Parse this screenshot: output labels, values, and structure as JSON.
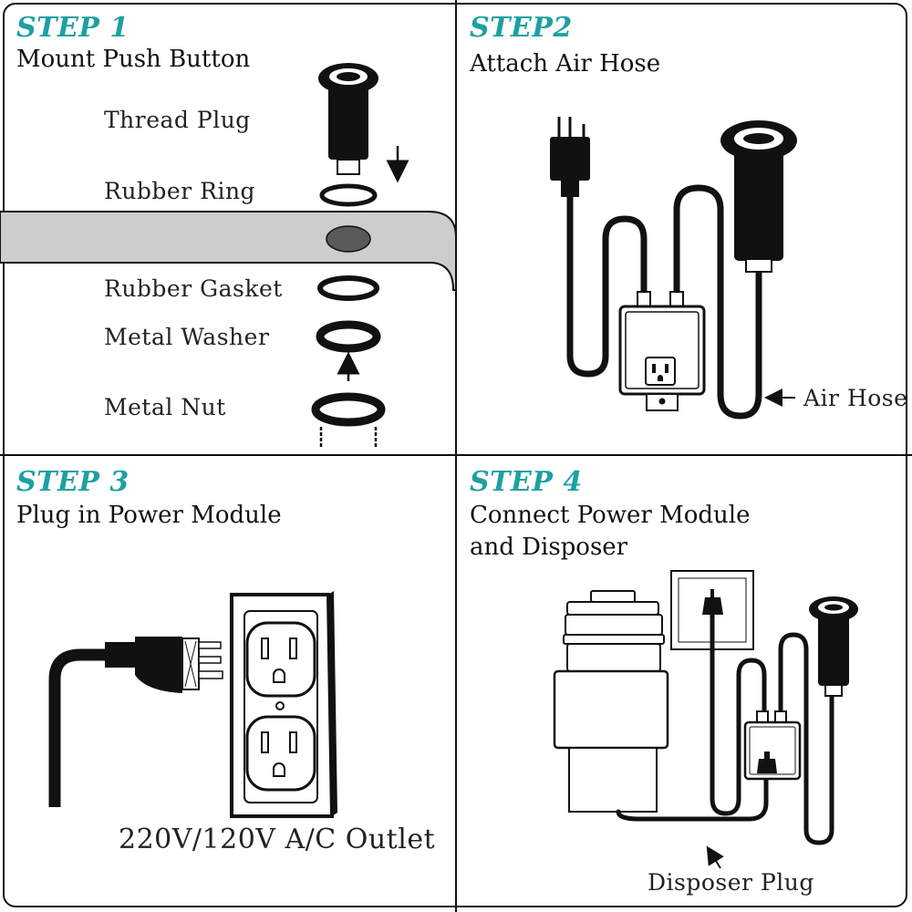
{
  "step1": {
    "step": "STEP 1",
    "title": "Mount Push Button",
    "labels": [
      "Thread Plug",
      "Rubber Ring",
      "Rubber Gasket",
      "Metal Washer",
      "Metal Nut"
    ]
  },
  "step2": {
    "step": "STEP2",
    "title": "Attach Air Hose",
    "air_hose_label": "Air Hose"
  },
  "step3": {
    "step": "STEP 3",
    "title": "Plug in Power Module",
    "outlet_label": "220V/120V A/C Outlet"
  },
  "step4": {
    "step": "STEP 4",
    "title_line1": "Connect Power Module",
    "title_line2": "and Disposer",
    "disposer_plug_label": "Disposer Plug"
  },
  "colors": {
    "step_heading": "#1ea0a3",
    "ink": "#111111",
    "sink": "#cfcfcf"
  }
}
